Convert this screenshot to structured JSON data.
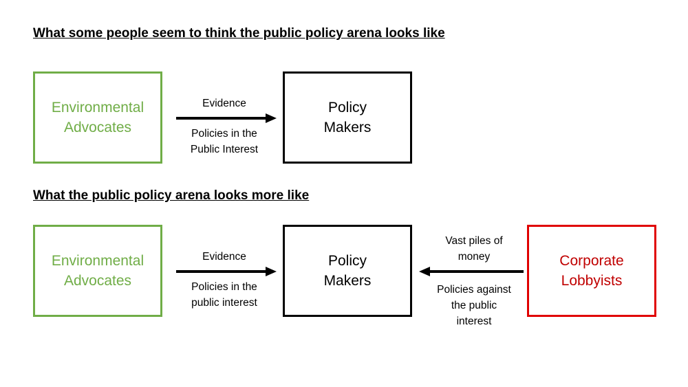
{
  "heading_top": "What some people seem to think the public policy arena looks like",
  "heading_bottom": "What the public policy arena looks more like",
  "top": {
    "env_box": [
      "Environmental",
      "Advocates"
    ],
    "policy_box": [
      "Policy",
      "Makers"
    ],
    "arrow_above": "Evidence",
    "arrow_below": [
      "Policies in the",
      "Public Interest"
    ]
  },
  "bottom": {
    "env_box": [
      "Environmental",
      "Advocates"
    ],
    "policy_box": [
      "Policy",
      "Makers"
    ],
    "corp_box": [
      "Corporate",
      "Lobbyists"
    ],
    "left_arrow_above": "Evidence",
    "left_arrow_below": [
      "Policies in the",
      "public interest"
    ],
    "right_arrow_above": [
      "Vast piles of",
      "money"
    ],
    "right_arrow_below": [
      "Policies against",
      "the public",
      "interest"
    ]
  },
  "colors": {
    "environmental": "#70ad47",
    "corporate": "#e00000",
    "neutral": "#000000"
  }
}
